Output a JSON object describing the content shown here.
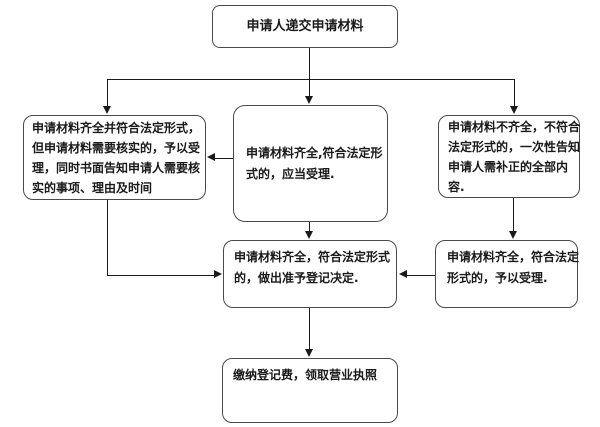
{
  "nodes": {
    "submit": {
      "text": "申请人递交申请材料"
    },
    "verify_accept": {
      "text": "申请材料齐全并符合法定形式，\n但申请材料需要核实的，予以受\n理，同时书面告知申请人需要核\n实的事项、理由及时间"
    },
    "complete_accept": {
      "text": "申请材料齐全,符合法定形\n式的，应当受理."
    },
    "incomplete_notify": {
      "text": "申请材料不齐全，不符合\n法定形式的，一次性告知\n申请人需补正的全部内\n容."
    },
    "supplement_accept": {
      "text": "申请材料齐全，符合法定\n形式的，予以受理."
    },
    "approve_decision": {
      "text": "申请材料齐全，符合法定形式\n的，做出准予登记决定."
    },
    "fee_license": {
      "text": "缴纳登记费，领取营业执照"
    }
  },
  "colors": {
    "background": "#ffffff",
    "node_fill": "#ffffff",
    "node_border": "#4a4a4a",
    "connector": "#1a1a1a",
    "text": "#1a1a1a"
  }
}
